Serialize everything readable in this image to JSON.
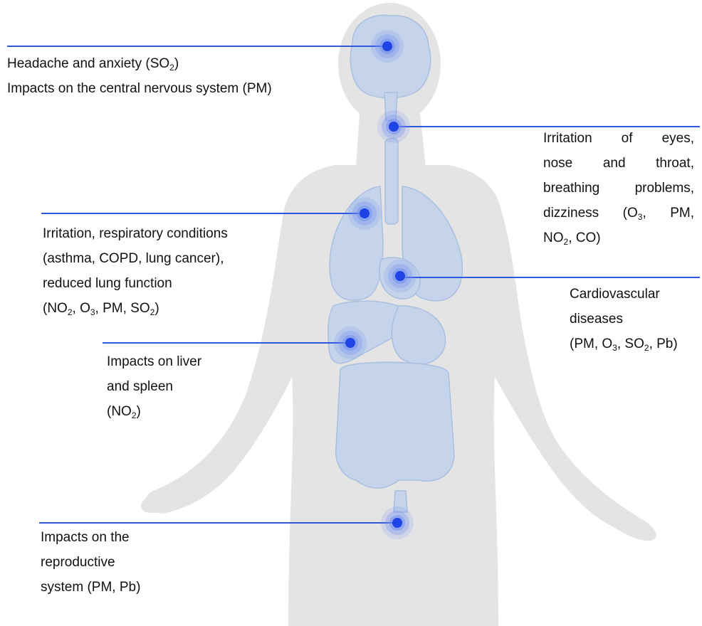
{
  "colors": {
    "background": "#ffffff",
    "silhouette": "#e4e4e4",
    "organ_fill": "#c5d4eb",
    "organ_outline": "#a9bfe0",
    "leader_line": "#2f57e0",
    "marker_core": "#1f44e6",
    "marker_halo": "#6f8df0",
    "text": "#111111"
  },
  "icons": [
    "human-body-silhouette",
    "brain-icon",
    "throat-icon",
    "lungs-icon",
    "heart-icon",
    "liver-icon",
    "intestines-icon",
    "bladder-icon"
  ],
  "callouts": [
    {
      "id": "brain",
      "lines": [
        [
          {
            "t": "Headache and anxiety (SO"
          },
          {
            "sub": "2"
          },
          {
            "t": ")"
          }
        ],
        [
          {
            "t": "Impacts on the central nervous system (PM)"
          }
        ]
      ]
    },
    {
      "id": "eyes-nose-throat",
      "lines": [
        [
          {
            "t": "Irritation of eyes,"
          }
        ],
        [
          {
            "t": "nose and throat,"
          }
        ],
        [
          {
            "t": "breathing problems,"
          }
        ],
        [
          {
            "t": "dizziness (O"
          },
          {
            "sub": "3"
          },
          {
            "t": ", PM,"
          }
        ],
        [
          {
            "t": "NO"
          },
          {
            "sub": "2"
          },
          {
            "t": ", CO)"
          }
        ]
      ]
    },
    {
      "id": "respiratory",
      "lines": [
        [
          {
            "t": "Irritation, respiratory conditions"
          }
        ],
        [
          {
            "t": "(asthma, COPD, lung cancer),"
          }
        ],
        [
          {
            "t": "reduced lung function"
          }
        ],
        [
          {
            "t": "(NO"
          },
          {
            "sub": "2"
          },
          {
            "t": ", O"
          },
          {
            "sub": "3"
          },
          {
            "t": ", PM, SO"
          },
          {
            "sub": "2"
          },
          {
            "t": ")"
          }
        ]
      ]
    },
    {
      "id": "cardiovascular",
      "lines": [
        [
          {
            "t": "Cardiovascular"
          }
        ],
        [
          {
            "t": "diseases"
          }
        ],
        [
          {
            "t": "(PM, O"
          },
          {
            "sub": "3"
          },
          {
            "t": ", SO"
          },
          {
            "sub": "2"
          },
          {
            "t": ", Pb)"
          }
        ]
      ]
    },
    {
      "id": "liver-spleen",
      "lines": [
        [
          {
            "t": "Impacts on liver"
          }
        ],
        [
          {
            "t": "and spleen"
          }
        ],
        [
          {
            "t": "(NO"
          },
          {
            "sub": "2"
          },
          {
            "t": ")"
          }
        ]
      ]
    },
    {
      "id": "reproductive",
      "lines": [
        [
          {
            "t": "Impacts on the"
          }
        ],
        [
          {
            "t": "reproductive"
          }
        ],
        [
          {
            "t": "system (PM, Pb)"
          }
        ]
      ]
    }
  ]
}
